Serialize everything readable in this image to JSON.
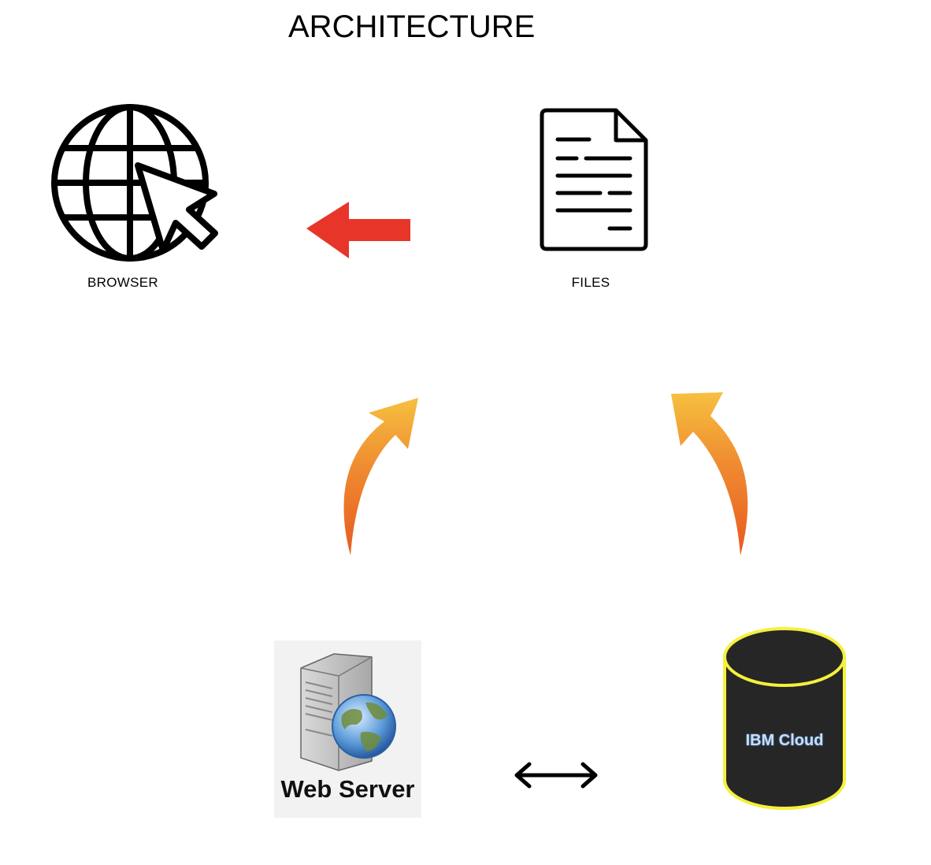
{
  "title": "ARCHITECTURE",
  "nodes": {
    "browser": {
      "label": "BROWSER",
      "icon": "globe-cursor-icon"
    },
    "files": {
      "label": "FILES",
      "icon": "document-icon"
    },
    "web_server": {
      "label": "Web Server",
      "icon": "server-globe-icon"
    },
    "ibm_cloud": {
      "label": "IBM Cloud",
      "icon": "database-cylinder-icon"
    }
  },
  "connectors": [
    {
      "from": "files",
      "to": "browser",
      "style": "solid-arrow",
      "color": "#e8352a"
    },
    {
      "from": "web_server",
      "to": "files",
      "style": "curved-arrow",
      "color": "#f0a030"
    },
    {
      "from": "ibm_cloud",
      "to": "files",
      "style": "curved-arrow",
      "color": "#f0a030"
    },
    {
      "from": "web_server",
      "to": "ibm_cloud",
      "style": "double-headed-arrow",
      "color": "#000000"
    }
  ],
  "colors": {
    "cloud_fill": "#262626",
    "cloud_stroke": "#f5f03c",
    "server_background": "#f2f2f2"
  }
}
